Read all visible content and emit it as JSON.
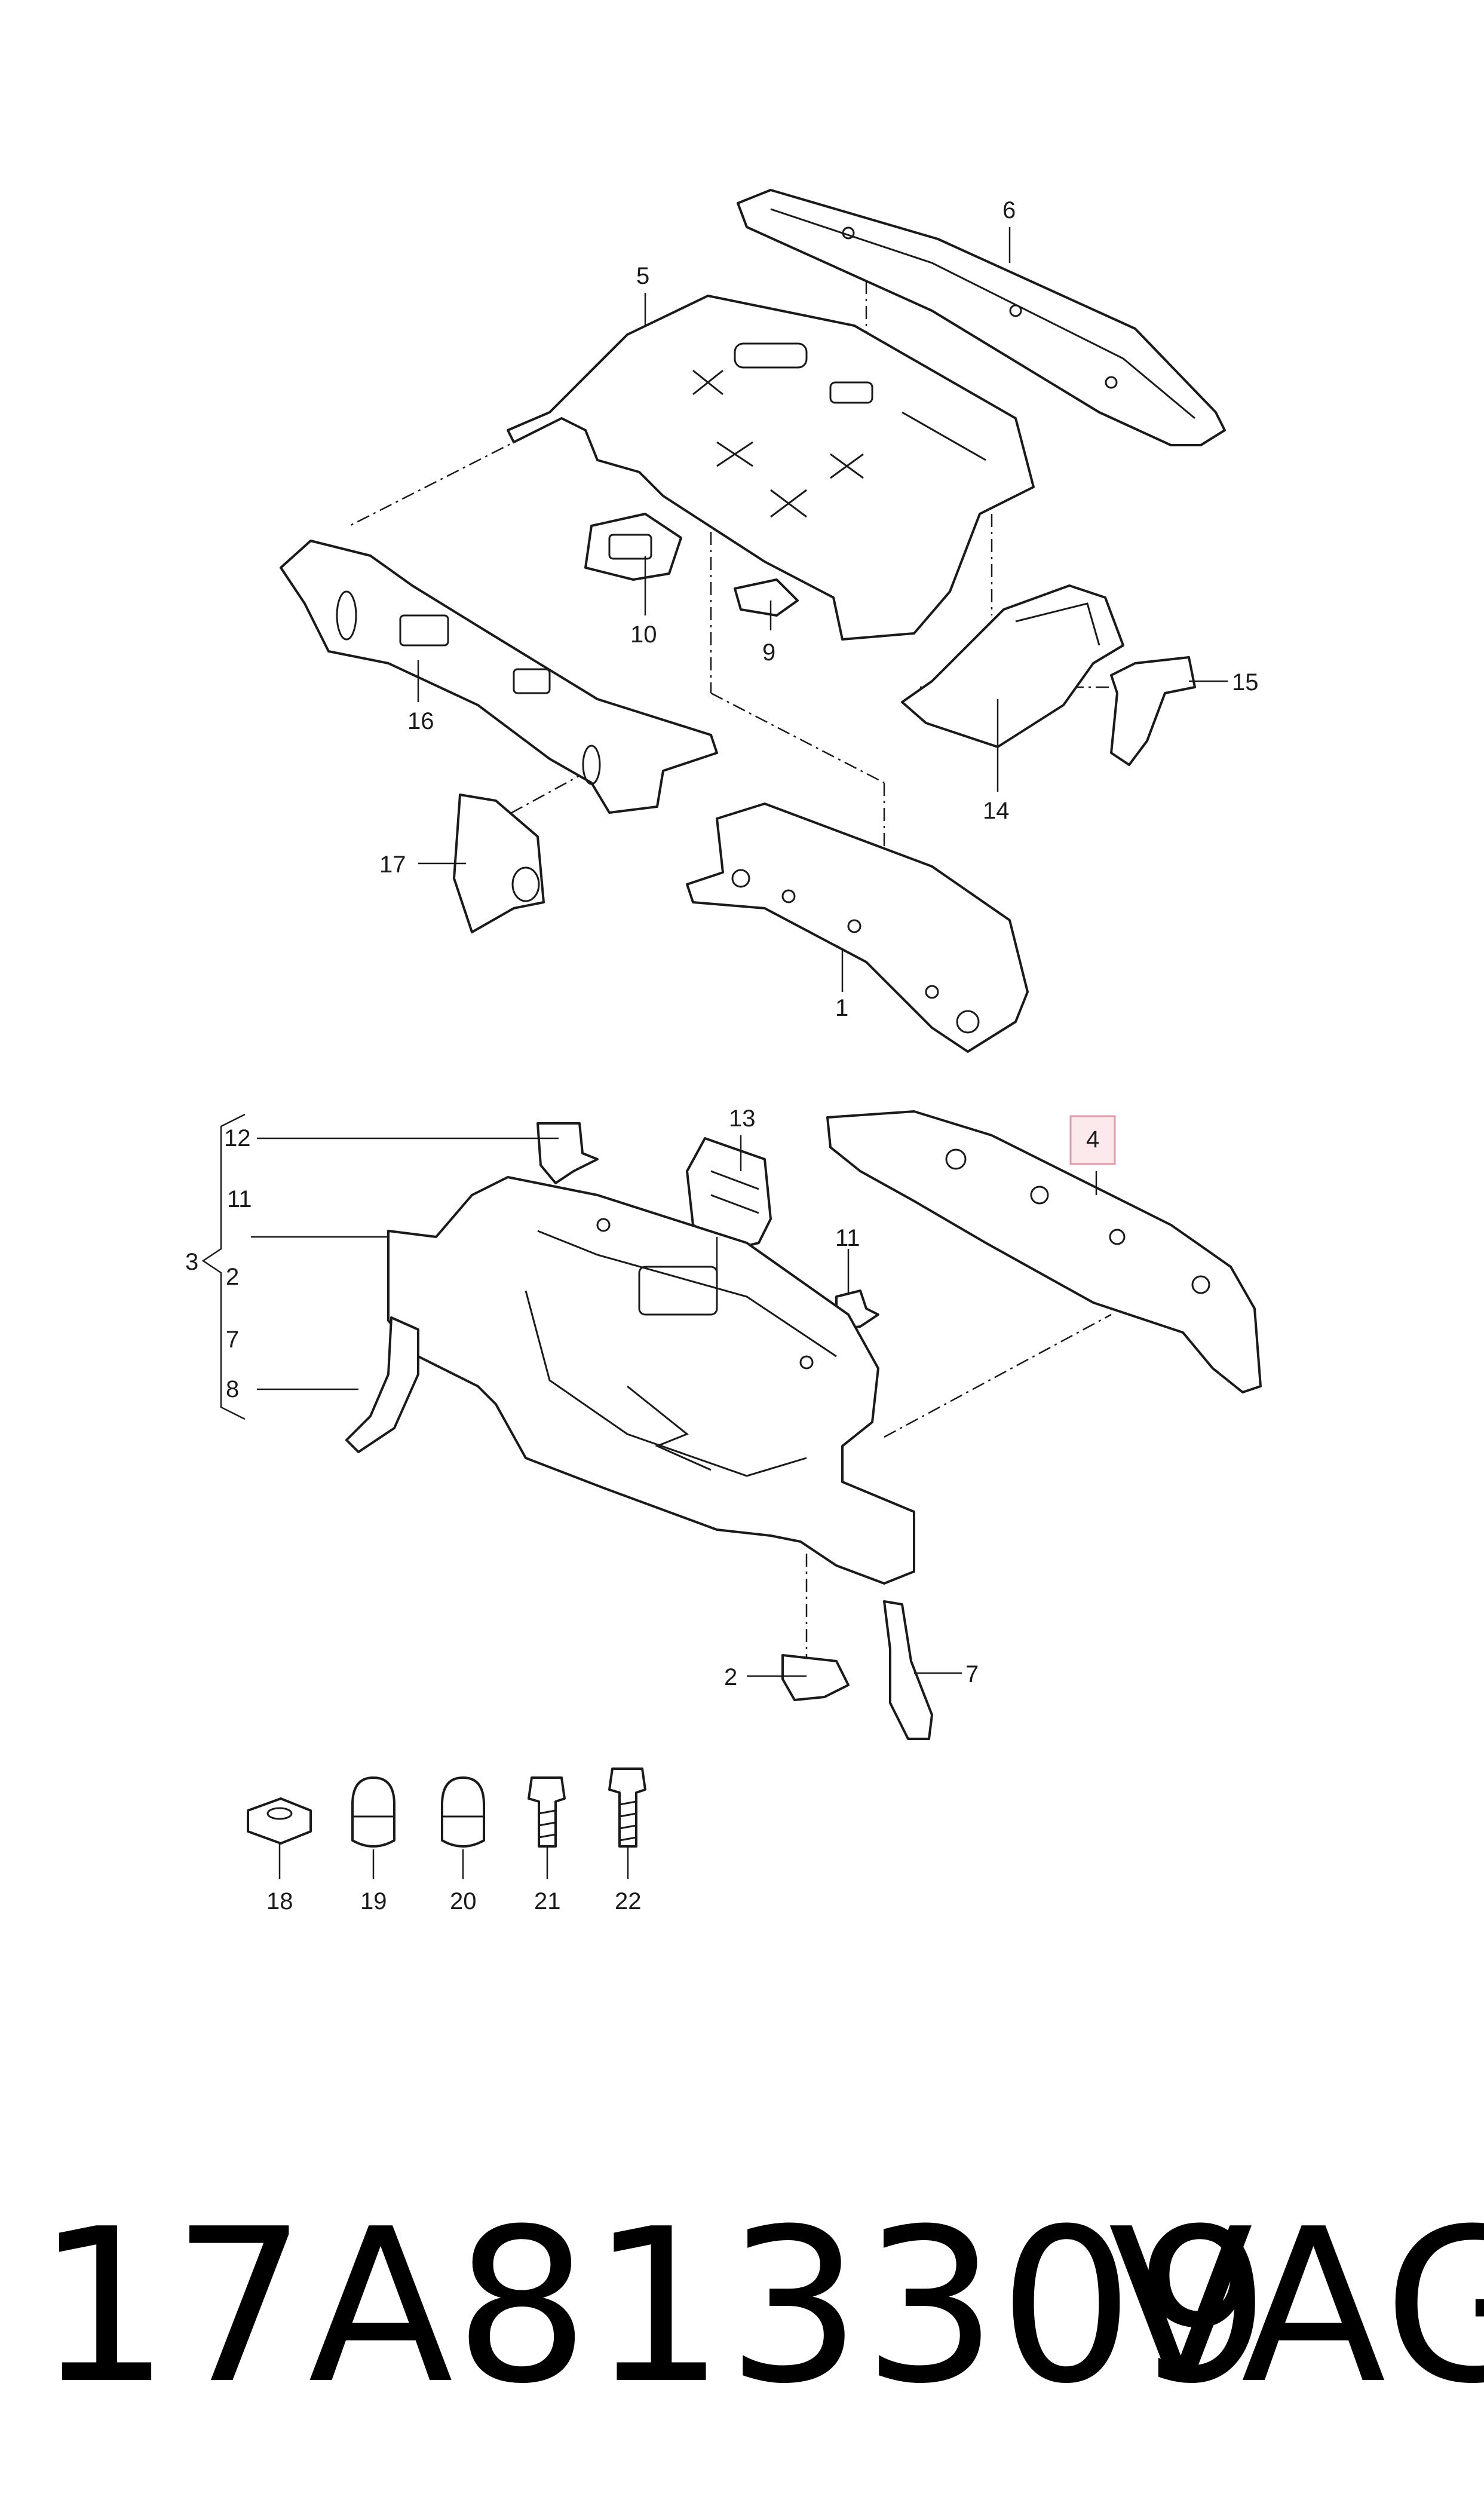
{
  "callouts": {
    "c1": "1",
    "c2a": "2",
    "c2b": "2",
    "c3": "3",
    "c4": "4",
    "c5": "5",
    "c6": "6",
    "c7a": "7",
    "c7b": "7",
    "c8": "8",
    "c9": "9",
    "c10": "10",
    "c11a": "11",
    "c11b": "11",
    "c12": "12",
    "c13": "13",
    "c14": "14",
    "c15": "15",
    "c16": "16",
    "c17": "17",
    "c18": "18",
    "c19": "19",
    "c20": "20",
    "c21": "21",
    "c22": "22"
  },
  "highlight_color": "#e39aa8",
  "footer": {
    "part_number": "17A813309",
    "brand": "VAG"
  }
}
